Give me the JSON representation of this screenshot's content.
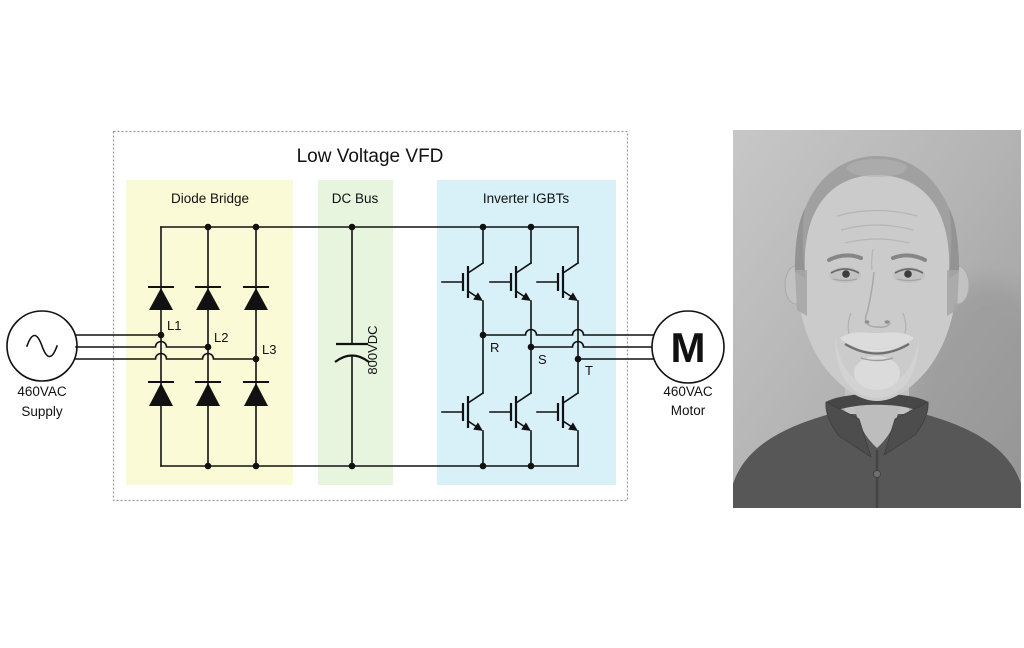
{
  "diagram": {
    "title": "Low Voltage VFD",
    "sections": {
      "diode_bridge": {
        "label": "Diode Bridge",
        "bg": "#FAFAD6"
      },
      "dc_bus": {
        "label": "DC Bus",
        "bg": "#E8F5DE"
      },
      "inverter": {
        "label": "Inverter IGBTs",
        "bg": "#D8F0F8"
      }
    },
    "supply": {
      "line1": "460VAC",
      "line2": "Supply"
    },
    "motor": {
      "symbol": "M",
      "line1": "460VAC",
      "line2": "Motor"
    },
    "capacitor_label": "800VDC",
    "input_phases": {
      "l1": "L1",
      "l2": "L2",
      "l3": "L3"
    },
    "output_phases": {
      "r": "R",
      "s": "S",
      "t": "T"
    }
  },
  "portrait": {
    "alt": "Grayscale head-and-shoulders photo of a smiling man with a gray goatee wearing a dark collared polo shirt"
  }
}
